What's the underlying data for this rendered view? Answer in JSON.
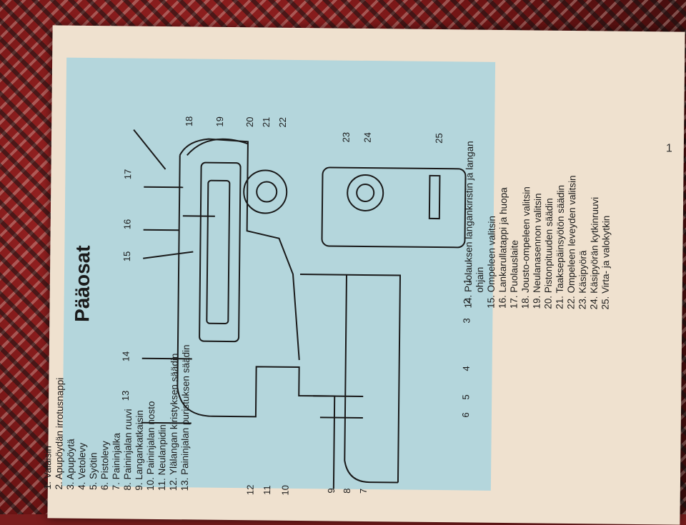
{
  "title": "Pääosat",
  "page_number": "1",
  "callouts": [
    "1",
    "2",
    "3",
    "4",
    "5",
    "6",
    "7",
    "8",
    "9",
    "10",
    "11",
    "12",
    "13",
    "14",
    "15",
    "16",
    "17",
    "18",
    "19",
    "20",
    "21",
    "22",
    "23",
    "24",
    "25"
  ],
  "parts_left": [
    "1. Valaisin",
    "2. Apupöydän irrotusnappi",
    "3. Apupöytä",
    "4. Vetolevy",
    "5. Syötin",
    "6. Pistolevy",
    "7. Paininjalka",
    "8. Paininjalan ruuvi",
    "9. Langankatkaisin",
    "10. Paininjalan nosto",
    "11. Neulanpidin",
    "12. Ylälangan kiristyksen säädin",
    "13. Paininjalan puristuksen säädin"
  ],
  "parts_right": [
    "14. Puolauksen langankiristin ja langan",
    "ohjain",
    "15. Ompeleen valitsin",
    "16. Lankarullatappi ja huopa",
    "17. Puolauslaite",
    "18. Jousto-ompeleen valitsin",
    "19. Neulanasennon valitsin",
    "20. Pistonpituuden säädin",
    "21. Taaksepäinsyötön säädin",
    "22. Ompeleen leveyden valitsin",
    "23. Käsipyörä",
    "24. Käsipyörän kytkinruuvi",
    "25. Virta- ja valokytkin"
  ]
}
